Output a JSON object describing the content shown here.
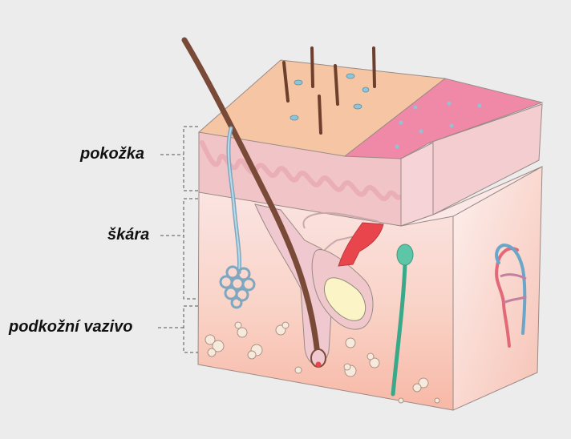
{
  "labels": {
    "epidermis": "pokožka",
    "dermis": "škára",
    "hypodermis": "podkožní vazivo"
  },
  "colors": {
    "background": "#ececec",
    "epidermis_top": "#f6c6a4",
    "scalp_patch": "#f088a8",
    "epidermis_band": "#f1c4c8",
    "dermis": "#f7d6d2",
    "hair": "#7a4a38",
    "vein_blue": "#6aa6c9",
    "artery_red": "#e26a78",
    "sebaceous_gland": "#fbf4c6",
    "nerve": "#55c2a2",
    "muscle_red": "#e8454c"
  }
}
